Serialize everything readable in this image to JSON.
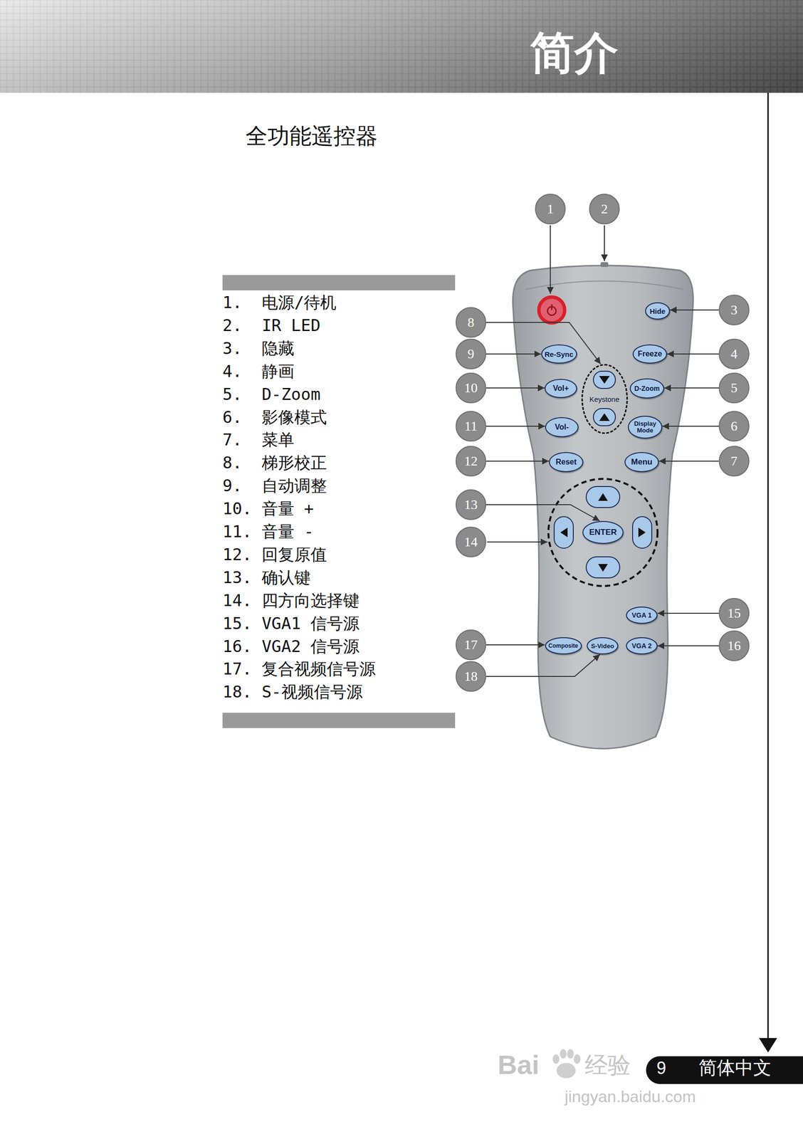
{
  "diagram": {
    "title": "全功能遥控器",
    "nodes": [
      {
        "text": [
          "1"
        ]
      },
      {
        "text": [
          "2"
        ]
      },
      {
        "text": [
          "3"
        ]
      },
      {
        "text": [
          "4"
        ]
      },
      {
        "text": [
          "5"
        ]
      },
      {
        "text": [
          "6"
        ]
      },
      {
        "text": [
          "7"
        ]
      },
      {
        "text": [
          "8"
        ]
      },
      {
        "text": [
          "9"
        ]
      },
      {
        "text": [
          "10"
        ]
      },
      {
        "text": [
          "11"
        ]
      },
      {
        "text": [
          "12"
        ]
      },
      {
        "text": [
          "13"
        ]
      },
      {
        "text": [
          "14"
        ]
      },
      {
        "text": [
          "15"
        ]
      },
      {
        "text": [
          "16"
        ]
      },
      {
        "text": [
          "17"
        ]
      },
      {
        "text": [
          "18"
        ]
      },
      {
        "text": [
          "Hide"
        ]
      },
      {
        "text": [
          "Re-Sync"
        ]
      },
      {
        "text": [
          "Freeze"
        ]
      },
      {
        "text": [
          "Keystone"
        ]
      },
      {
        "text": [
          "Vol+"
        ]
      },
      {
        "text": [
          "D-Zoom"
        ]
      },
      {
        "text": [
          "Vol-"
        ]
      },
      {
        "text": [
          "Display Mode"
        ]
      },
      {
        "text": [
          "Reset"
        ]
      },
      {
        "text": [
          "Menu"
        ]
      },
      {
        "text": [
          "ENTER"
        ]
      },
      {
        "text": [
          "VGA 1"
        ]
      },
      {
        "text": [
          "Composite"
        ]
      },
      {
        "text": [
          "S-Video"
        ]
      },
      {
        "text": [
          "VGA 2"
        ]
      }
    ],
    "edges": [
      {
        "from": 2,
        "to": 18,
        "arrow": "to"
      },
      {
        "from": 3,
        "to": 20,
        "arrow": "to"
      },
      {
        "from": 4,
        "to": 23,
        "arrow": "to"
      },
      {
        "from": 5,
        "to": 25,
        "arrow": "to"
      },
      {
        "from": 6,
        "to": 27,
        "arrow": "to"
      },
      {
        "from": 7,
        "to": 21,
        "arrow": "to"
      },
      {
        "from": 8,
        "to": 19,
        "arrow": "to"
      },
      {
        "from": 9,
        "to": 22,
        "arrow": "to"
      },
      {
        "from": 10,
        "to": 24,
        "arrow": "to"
      },
      {
        "from": 11,
        "to": 26,
        "arrow": "to"
      },
      {
        "from": 12,
        "to": 28,
        "arrow": "to"
      },
      {
        "from": 14,
        "to": 29,
        "arrow": "to"
      },
      {
        "from": 15,
        "to": 32,
        "arrow": "to"
      },
      {
        "from": 16,
        "to": 30,
        "arrow": "to"
      },
      {
        "from": 17,
        "to": 31,
        "arrow": "to"
      }
    ],
    "labels": [
      "简介",
      "1.  电源/待机",
      "2.  IR LED",
      "3.  隐藏",
      "4.  静画",
      "5.  D-Zoom",
      "6.  影像模式",
      "7.  菜单",
      "8.  梯形校正",
      "9.  自动调整",
      "10. 音量 +",
      "11. 音量 -",
      "12. 回复原值",
      "13. 确认键",
      "14. 四方向选择键",
      "15. VGA1 信号源",
      "16. VGA2 信号源",
      "17. 复合视频信号源",
      "18. S-视频信号源",
      "9",
      "简体中文",
      "Bai",
      "经验",
      "jingyan.baidu.com"
    ]
  }
}
